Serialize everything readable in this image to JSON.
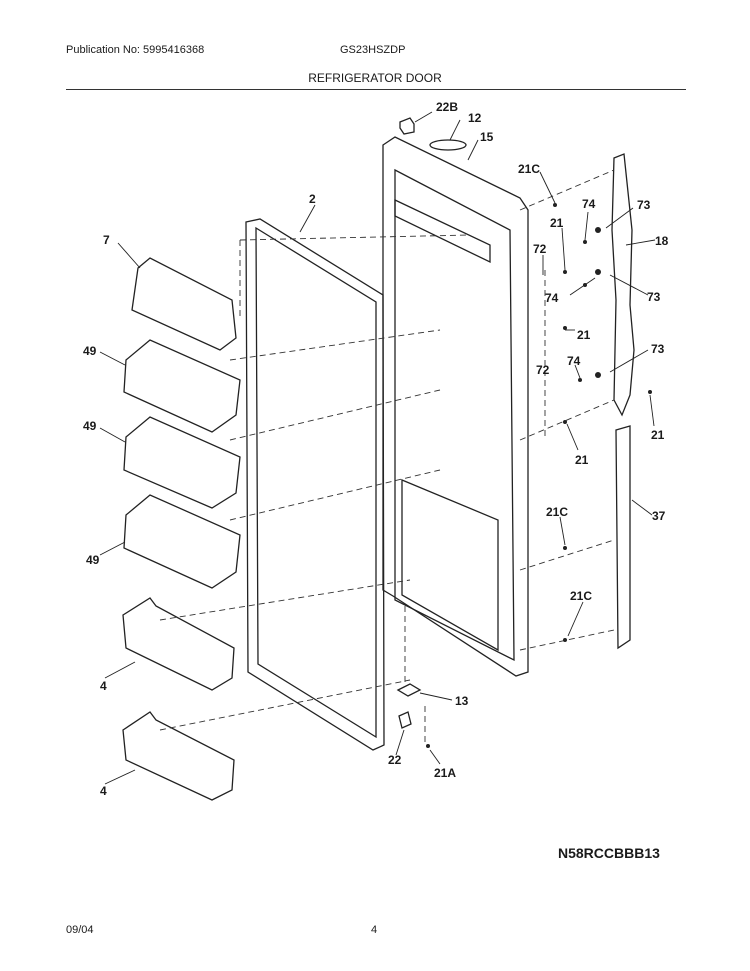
{
  "header": {
    "publication": "Publication No: 5995416368",
    "model": "GS23HSZDP",
    "section_title": "REFRIGERATOR DOOR"
  },
  "diagram": {
    "callouts": {
      "c22B": "22B",
      "c12": "12",
      "c15": "15",
      "c21C_top": "21C",
      "c2": "2",
      "c7": "7",
      "c74_a": "74",
      "c73_a": "73",
      "c21_a": "21",
      "c18": "18",
      "c72_a": "72",
      "c74_b": "74",
      "c73_b": "73",
      "c49_a": "49",
      "c21_b": "21",
      "c74_c": "74",
      "c73_c": "73",
      "c72_b": "72",
      "c49_b": "49",
      "c21_c": "21",
      "c21_d": "21",
      "c21C_mid": "21C",
      "c37": "37",
      "c49_c": "49",
      "c21C_low": "21C",
      "c4_a": "4",
      "c13": "13",
      "c22": "22",
      "c21A": "21A",
      "c4_b": "4"
    }
  },
  "footer": {
    "diagram_code": "N58RCCBBB13",
    "date": "09/04",
    "page": "4"
  }
}
